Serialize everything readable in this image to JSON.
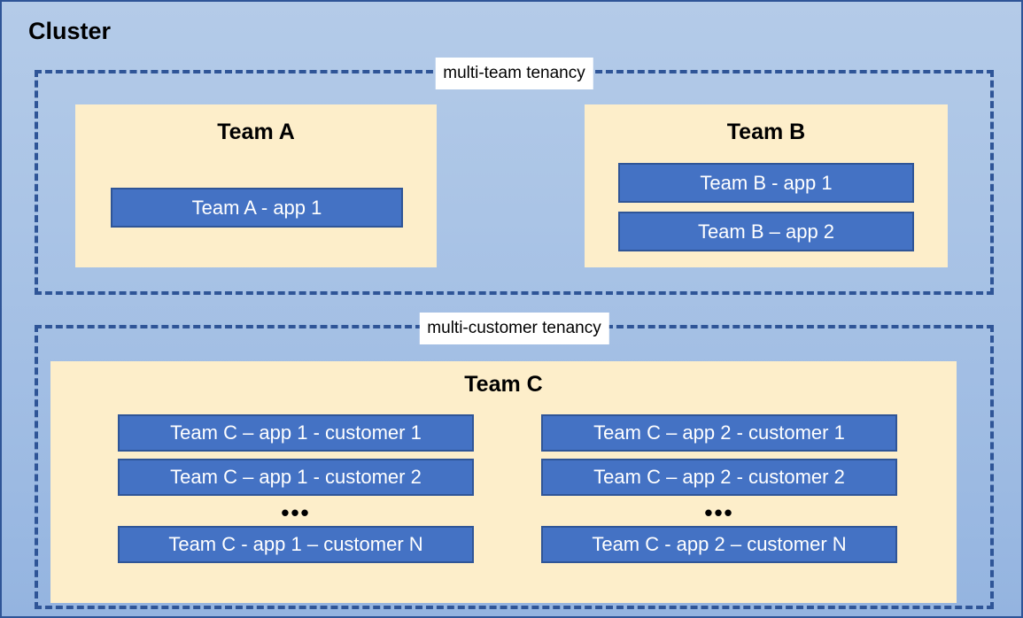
{
  "diagram": {
    "title": "Cluster",
    "colors": {
      "background_top": "#b4cbe8",
      "background_bottom": "#94b4e0",
      "frame_border": "#2f5597",
      "dashed_border": "#2f5597",
      "team_box_fill": "#fdeeca",
      "app_fill": "#4472c4",
      "app_border": "#2f5597",
      "app_text": "#ffffff",
      "label_background": "#ffffff",
      "title_text": "#000000"
    },
    "groups": [
      {
        "id": "multi-team",
        "label": "multi-team tenancy",
        "teams": [
          {
            "id": "team-a",
            "title": "Team A",
            "apps": [
              "Team A - app 1"
            ]
          },
          {
            "id": "team-b",
            "title": "Team B",
            "apps": [
              "Team B - app 1",
              "Team B – app 2"
            ]
          }
        ]
      },
      {
        "id": "multi-customer",
        "label": "multi-customer tenancy",
        "teams": [
          {
            "id": "team-c",
            "title": "Team C",
            "columns": [
              {
                "id": "team-c-app-1",
                "apps": [
                  "Team C – app 1 - customer 1",
                  "Team C – app 1 - customer 2"
                ],
                "ellipsis": "•••",
                "last_app": "Team C - app 1 – customer N"
              },
              {
                "id": "team-c-app-2",
                "apps": [
                  "Team C – app 2 - customer 1",
                  "Team C – app 2 - customer 2"
                ],
                "ellipsis": "•••",
                "last_app": "Team C - app 2 – customer N"
              }
            ]
          }
        ]
      }
    ]
  }
}
